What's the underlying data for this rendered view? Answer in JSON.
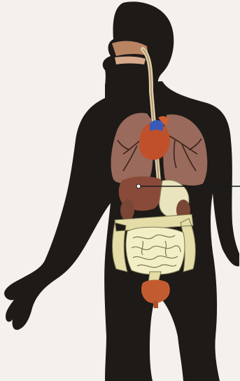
{
  "figure": {
    "colors": {
      "background": "#f4f1ec",
      "body": "#1d1a18",
      "lungs": "#9a6a5c",
      "lung_vessels": "#3a241c",
      "heart": "#c0502a",
      "heart_blue": "#3a5ab8",
      "liver": "#8a4a3a",
      "stomach": "#e9e4bd",
      "kidney": "#7a4636",
      "small_intestine": "#f2efc6",
      "large_intestine": "#e4dda8",
      "bladder": "#c25c30",
      "esophagus": "#e0cda6",
      "pointer_line": "#1a1a1a"
    },
    "icons": [
      "human-silhouette",
      "lungs",
      "heart",
      "liver",
      "stomach",
      "kidneys",
      "intestines",
      "bladder",
      "esophagus"
    ]
  }
}
